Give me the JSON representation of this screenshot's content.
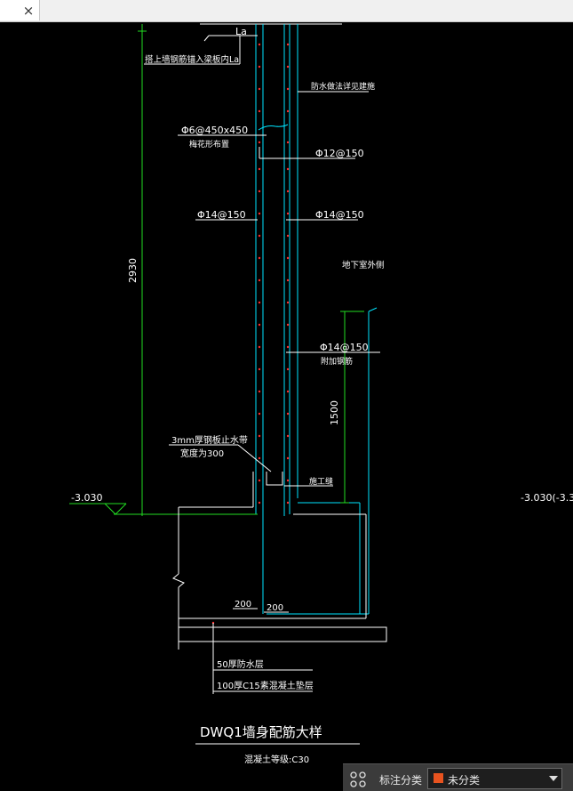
{
  "tab": {
    "close_glyph": "×"
  },
  "drawing": {
    "anchorage_label": "La",
    "anchorage_note": "搭上墙钢筋锚入梁板内La",
    "waterproof_note": "防水做法详见建施",
    "tie_bar": "Φ6@450x450",
    "tie_bar_note": "梅花形布置",
    "rebar_12": "Φ12@150",
    "rebar_14_left": "Φ14@150",
    "rebar_14_right": "Φ14@150",
    "basement_outside": "地下室外侧",
    "rebar_14_added": "Φ14@150",
    "added_note": "附加钢筋",
    "waterstop": "3mm厚钢板止水带",
    "waterstop_width": "宽度为300",
    "construction_joint": "施工缝",
    "dim_height": "2930",
    "dim_1500": "1500",
    "dim_200_a": "200",
    "dim_200_b": "200",
    "elev_left": "-3.030",
    "elev_right": "-3.030(-3.3",
    "layer_protect": "50厚防水层",
    "layer_cushion": "100厚C15素混凝土垫层",
    "title": "DWQ1墙身配筋大样",
    "concrete_grade": "混凝土等级:C30"
  },
  "status": {
    "annotation_label": "标注分类",
    "layer_value": "未分类",
    "layer_color": "#e8531f"
  },
  "colors": {
    "wall_outline": "#00e5ff",
    "dim_green": "#22dd22",
    "rebar_red": "#ff2a2a",
    "line_white": "#ffffff"
  }
}
